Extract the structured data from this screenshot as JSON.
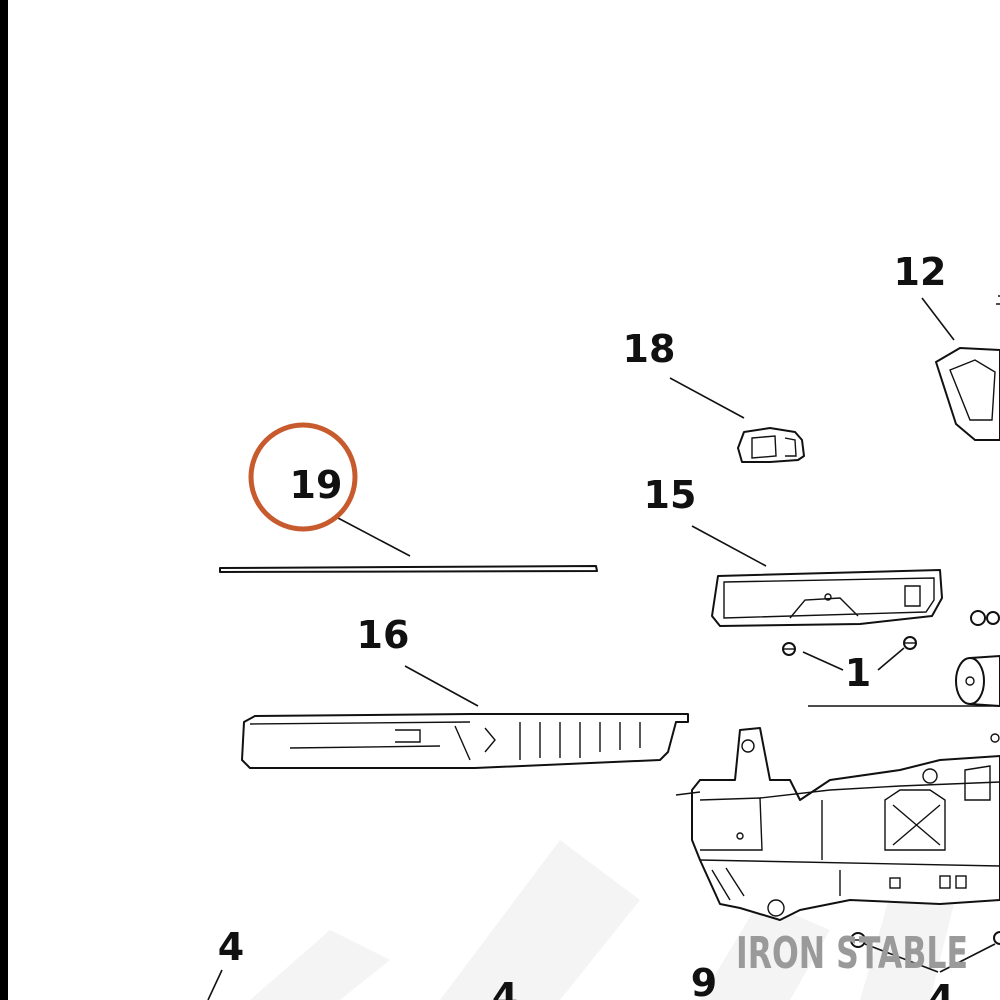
{
  "callouts": {
    "c12": "12",
    "c18": "18",
    "c19": "19",
    "c15": "15",
    "c16": "16",
    "c1": "1",
    "c4a": "4",
    "c4b": "4",
    "c9": "9",
    "c4c": "4"
  },
  "highlight": {
    "color": "#c75b2e"
  },
  "watermark": {
    "text": "IRON STABLE",
    "color": "#9a9a9a"
  }
}
